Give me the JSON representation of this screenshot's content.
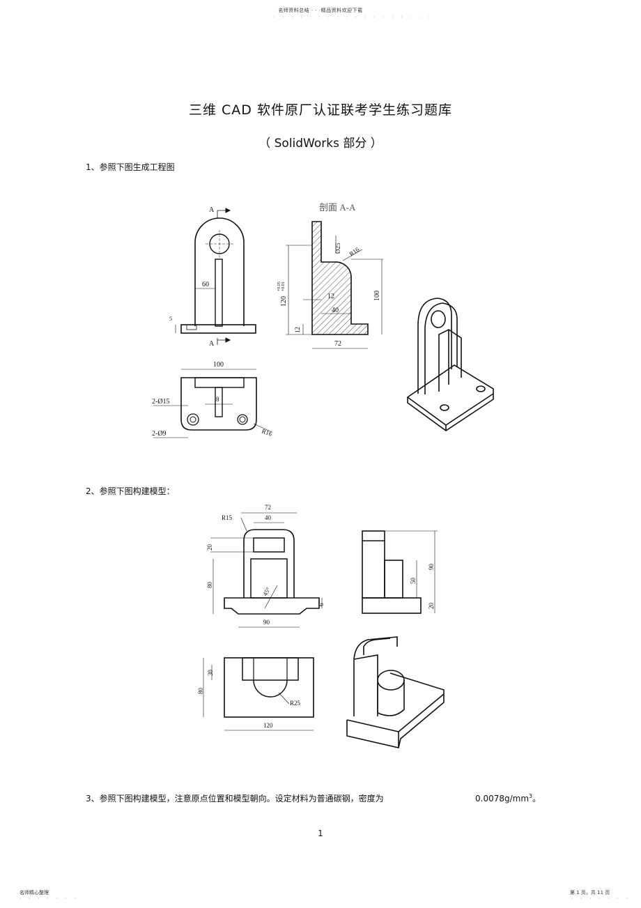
{
  "header": {
    "text": "名师资料总结 · · ·精品资料欢迎下载",
    "dots": "· · · · · · · · · · · · · · · · · ·"
  },
  "title": "三维 CAD  软件原厂认证联考学生练习题库",
  "subtitle": "（ SolidWorks 部分 ）",
  "questions": [
    {
      "label": "1、参照下图生成工程图"
    },
    {
      "label": "2、参照下图构建模型："
    },
    {
      "label": "3、参照下图构建模型，注意原点位置和模型朝向。设定材料为普通碳钢，密度为",
      "density": "0.0078g/mm",
      "sup": "3",
      "end": "。"
    }
  ],
  "fig1": {
    "front": {
      "arrow_top": "A",
      "arrow_bottom": "A",
      "dim_60": "60",
      "dim_5": "5"
    },
    "section": {
      "title": "剖面 A-A",
      "dia": "Ø25",
      "r": "R16",
      "h": "120",
      "tol_upper": "+0.05",
      "tol_lower": "+0.01",
      "d12a": "12",
      "d12b": "12",
      "d40": "40",
      "d100": "100",
      "d72": "72"
    },
    "top": {
      "d100": "100",
      "holes15": "2-Ø15",
      "d8": "8",
      "holes9": "2-Ø9",
      "r16": "R16"
    }
  },
  "fig2": {
    "front": {
      "d72": "72",
      "d40": "40",
      "r15": "R15",
      "d20": "20",
      "d80": "80",
      "ang": "45°",
      "d6": "6",
      "d90": "90"
    },
    "side": {
      "d90": "90",
      "d50": "50",
      "d20": "20"
    },
    "top": {
      "d30": "30",
      "d80": "80",
      "r25": "R25",
      "d120": "120"
    }
  },
  "page_number": "1",
  "footer": {
    "left": "名师精心整理",
    "right": "第 1 页，共 11 页",
    "dots": "· · · · · · ·"
  }
}
